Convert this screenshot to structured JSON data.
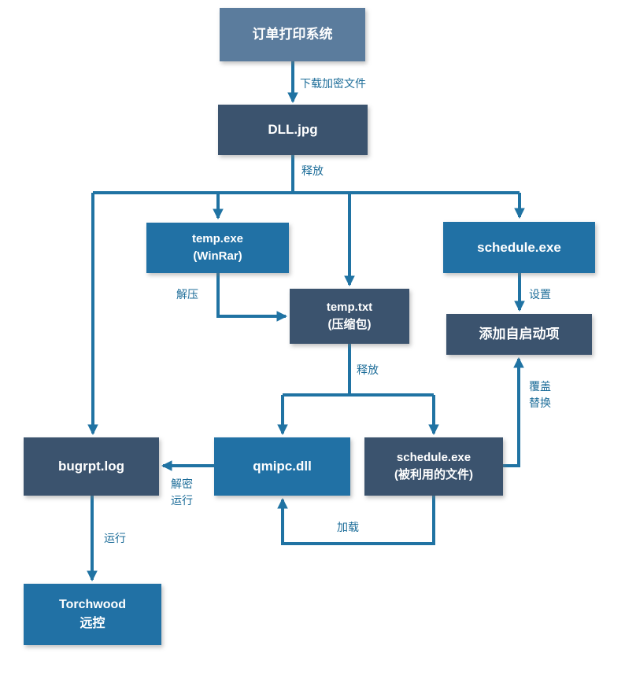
{
  "palette": {
    "top_node_color": "#5b7c9d",
    "dark_node_color": "#3b536e",
    "accent_node_color": "#2171a5",
    "connector_color": "#2073a3",
    "label_text_color": "#1d6d99",
    "node_text_color": "#ffffff",
    "background": "#ffffff"
  },
  "nodes": {
    "order_system": {
      "label": "订单打印系统"
    },
    "dll_jpg": {
      "label": "DLL.jpg"
    },
    "temp_exe": {
      "line1": "temp.exe",
      "line2": "(WinRar)"
    },
    "temp_txt": {
      "line1": "temp.txt",
      "line2": "(压缩包)"
    },
    "schedule_exe": {
      "label": "schedule.exe"
    },
    "autostart": {
      "label": "添加自启动项"
    },
    "bugrpt_log": {
      "label": "bugrpt.log"
    },
    "qmipc_dll": {
      "label": "qmipc.dll"
    },
    "schedule_exe_used": {
      "line1": "schedule.exe",
      "line2": "(被利用的文件)"
    },
    "torchwood": {
      "line1": "Torchwood",
      "line2": "远控"
    }
  },
  "edge_labels": {
    "download": "下载加密文件",
    "release_1": "释放",
    "unzip": "解压",
    "setup": "设置",
    "release_2": "释放",
    "overwrite_1": "覆盖",
    "overwrite_2": "替换",
    "decrypt_1": "解密",
    "decrypt_2": "运行",
    "run": "运行",
    "load": "加载"
  }
}
